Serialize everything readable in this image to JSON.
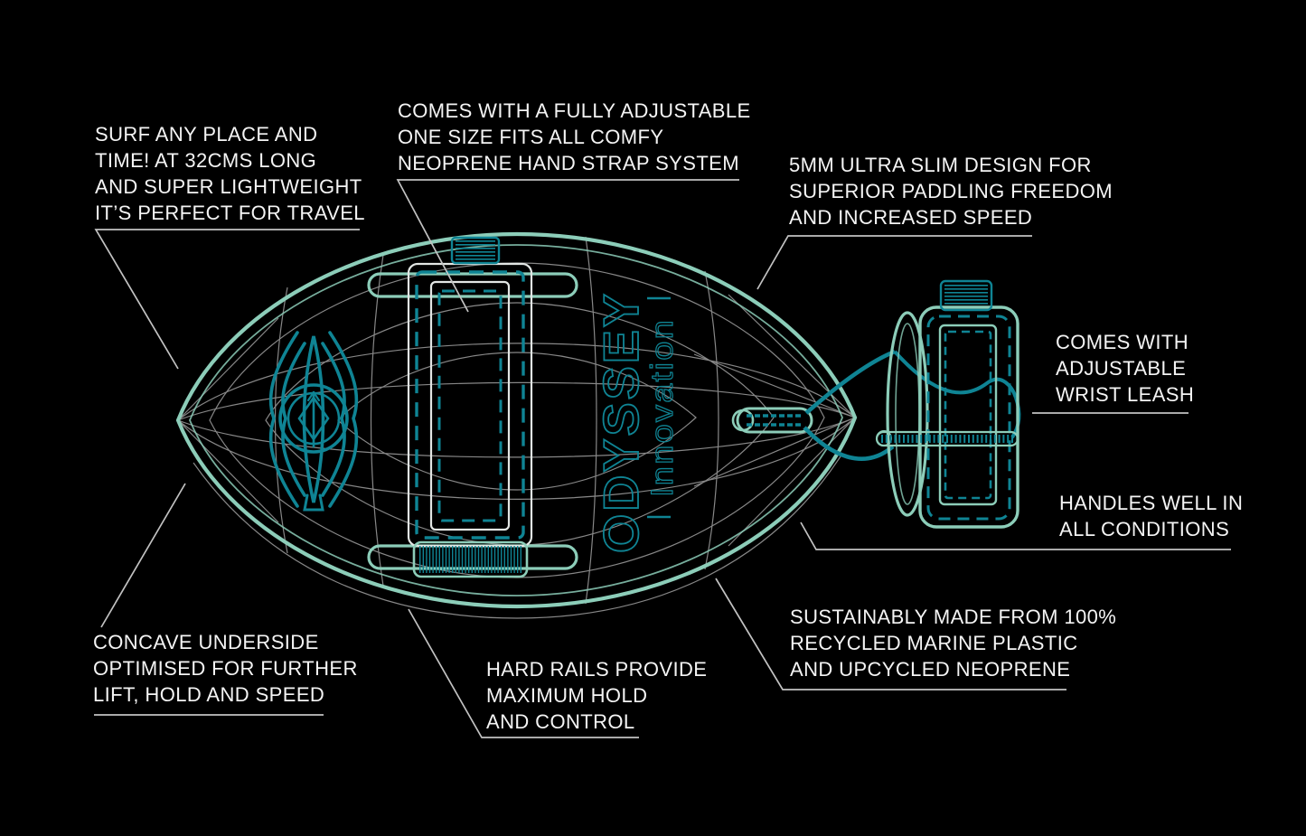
{
  "brand": {
    "name": "ODYSSEY",
    "tagline": "Innovation"
  },
  "annotations": {
    "travel": {
      "lines": [
        "SURF ANY PLACE AND",
        "TIME! AT 32CMS LONG",
        "AND SUPER LIGHTWEIGHT",
        "IT’S PERFECT FOR TRAVEL"
      ]
    },
    "hand_strap": {
      "lines": [
        "COMES WITH A FULLY ADJUSTABLE",
        "ONE SIZE FITS ALL COMFY",
        "NEOPRENE HAND STRAP SYSTEM"
      ]
    },
    "slim_design": {
      "lines": [
        "5MM ULTRA SLIM DESIGN FOR",
        "SUPERIOR PADDLING FREEDOM",
        "AND INCREASED SPEED"
      ]
    },
    "wrist_leash": {
      "lines": [
        "COMES WITH",
        "ADJUSTABLE",
        "WRIST LEASH"
      ]
    },
    "handling": {
      "lines": [
        "HANDLES WELL IN",
        "ALL CONDITIONS"
      ]
    },
    "sustainability": {
      "lines": [
        "SUSTAINABLY MADE FROM 100%",
        "RECYCLED MARINE PLASTIC",
        "AND UPCYCLED NEOPRENE"
      ]
    },
    "hard_rails": {
      "lines": [
        "HARD RAILS PROVIDE",
        "MAXIMUM HOLD",
        "AND CONTROL"
      ]
    },
    "concave": {
      "lines": [
        "CONCAVE UNDERSIDE",
        "OPTIMISED FOR FURTHER",
        "LIFT, HOLD AND SPEED"
      ]
    }
  },
  "colors": {
    "background": "#000000",
    "board_outline_seafoam": "#8ccdb9",
    "detail_teal": "#0f8494",
    "wireframe_gray": "#8f8f8f",
    "annotation_text": "#f4f4f4",
    "leader_line": "#c2c2c2",
    "strap_frame": "#e2e6e4"
  }
}
